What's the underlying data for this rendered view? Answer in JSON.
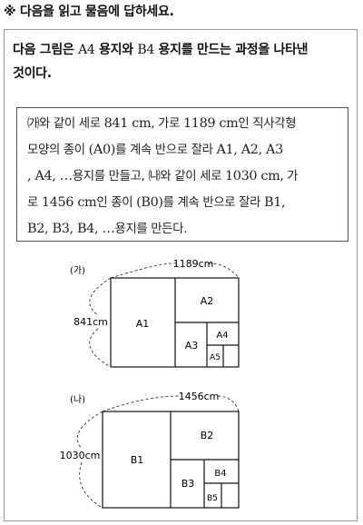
{
  "instruction": "※ 다음을 읽고 물음에 답하세요.",
  "stem": {
    "text_a": "다음 그림은 ",
    "a4": "A4",
    "text_b": " 용지와 ",
    "b4": "B4",
    "text_c": " 용지를 만드는 과정을 나타낸",
    "text_d": "것이다."
  },
  "passage": {
    "l1_marker": "㈎",
    "l1_a": "와 같이 세로 ",
    "l1_b": "841 cm",
    "l1_c": ", 가로 ",
    "l1_d": "1189 cm",
    "l1_e": "인 직사각형",
    "l2_a": "모양의 종이 ",
    "l2_b": "(A0)",
    "l2_c": "를 계속 반으로 잘라 ",
    "l2_d": "A1, A2, A3",
    "l3_a": ", A4, …",
    "l3_b": "용지를 만들고, ",
    "l3_marker": "㈏",
    "l3_c": "와 같이 세로 ",
    "l3_d": "1030 cm",
    "l3_e": ", 가",
    "l4_a": "로 ",
    "l4_b": "1456 cm",
    "l4_c": "인 종이 ",
    "l4_d": "(B0)",
    "l4_e": "를 계속 반으로 잘라 ",
    "l4_f": "B1,",
    "l5_a": "B2, B3, B4, …",
    "l5_b": "용지를 만든다."
  },
  "figure_a": {
    "label": "(가)",
    "width_label": "1189cm",
    "height_label": "841cm",
    "parts": [
      "A1",
      "A2",
      "A3",
      "A4",
      "A5"
    ]
  },
  "figure_b": {
    "label": "(나)",
    "width_label": "1456cm",
    "height_label": "1030cm",
    "parts": [
      "B1",
      "B2",
      "B3",
      "B4",
      "B5"
    ]
  }
}
